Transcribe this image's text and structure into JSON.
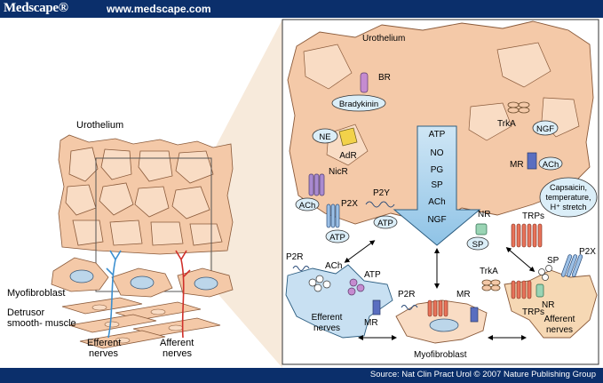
{
  "header": {
    "brand": "Medscape®",
    "url": "www.medscape.com"
  },
  "footer": {
    "source": "Source: Nat Clin Pract Urol © 2007 Nature Publishing Group"
  },
  "overview": {
    "urothelium": "Urothelium",
    "myofibroblast": "Myofibroblast",
    "detrusor_line1": "Detrusor",
    "detrusor_line2": "smooth- muscle",
    "efferent_line1": "Efferent",
    "efferent_line2": "nerves",
    "afferent_line1": "Afferent",
    "afferent_line2": "nerves"
  },
  "detail": {
    "urothelium": "Urothelium",
    "bradykinin": "Bradykinin",
    "br": "BR",
    "ne": "NE",
    "adr": "AdR",
    "nicr": "NicR",
    "ach_left": "ACh",
    "p2x_left": "P2X",
    "atp_left": "ATP",
    "p2y": "P2Y",
    "atp_p2y": "ATP",
    "trka_top": "TrkA",
    "ngf_top": "NGF",
    "mr_top": "MR",
    "ach_top": "ACh",
    "stimuli_line1": "Capsaicin,",
    "stimuli_line2": "temperature,",
    "stimuli_line3": "H⁺ stretch",
    "release_items": [
      "ATP",
      "NO",
      "PG",
      "SP",
      "ACh",
      "NGF"
    ],
    "nr_top": "NR",
    "sp_top": "SP",
    "trps_top": "TRPs",
    "p2r_left": "P2R",
    "ach_efferent": "ACh",
    "atp_efferent": "ATP",
    "efferent_line1": "Efferent",
    "efferent_line2": "nerves",
    "mr_efferent": "MR",
    "p2r_myo": "P2R",
    "mr_myo": "MR",
    "myofibroblast": "Myofibroblast",
    "trka_aff": "TrkA",
    "sp_aff": "SP",
    "p2x_aff": "P2X",
    "nr_aff": "NR",
    "trps_aff": "TRPs",
    "afferent_line1": "Afferent",
    "afferent_line2": "nerves"
  }
}
